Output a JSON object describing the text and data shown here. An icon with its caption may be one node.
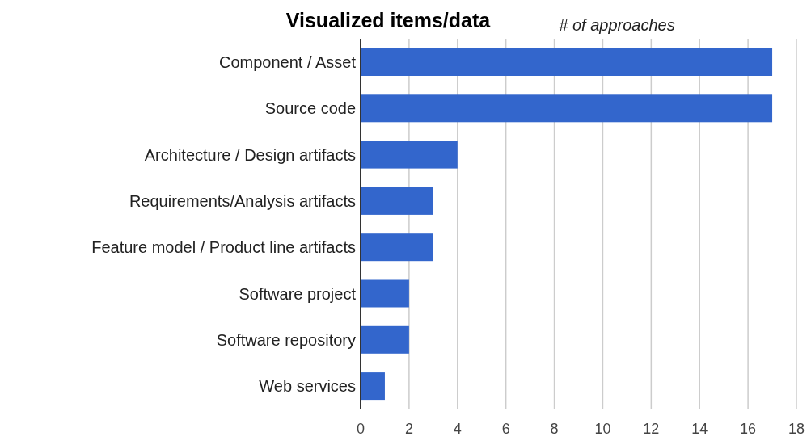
{
  "diagram": {
    "chart_data": {
      "type": "bar",
      "orientation": "horizontal",
      "title": "Visualized items/data",
      "xlabel": "# of approaches",
      "categories": [
        "Component / Asset",
        "Source code",
        "Architecture / Design artifacts",
        "Requirements/Analysis artifacts",
        "Feature model / Product line artifacts",
        "Software project",
        "Software repository",
        "Web services"
      ],
      "series": [
        {
          "color": "#3366cc",
          "values": [
            17,
            17,
            4,
            3,
            3,
            2,
            2,
            1
          ]
        }
      ],
      "xlim": [
        0,
        18
      ],
      "grid": true,
      "xticks": [
        0,
        2,
        4,
        6,
        8,
        10,
        12,
        14,
        16,
        18
      ]
    }
  }
}
